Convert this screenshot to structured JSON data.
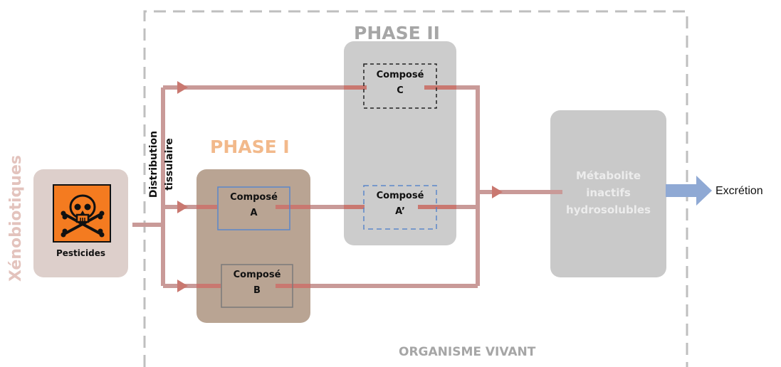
{
  "labels": {
    "xenobiotiques": "Xénobiotiques",
    "pesticides": "Pesticides",
    "distribution": "Distribution tissulaire",
    "phase1": "PHASE I",
    "phase2": "PHASE II",
    "compose_a": [
      "Composé",
      "A"
    ],
    "compose_b": [
      "Composé",
      "B"
    ],
    "compose_c": [
      "Composé",
      "C"
    ],
    "compose_a_prime": [
      "Composé",
      "A’"
    ],
    "metabolite": [
      "Métabolite",
      "inactifs",
      "hydrosolubles"
    ],
    "excretion": "Excrétion",
    "organisme": "ORGANISME VIVANT"
  },
  "icons": {
    "hazard": "toxic-skull-crossbones-icon"
  },
  "colors": {
    "arrow": "#c99a98",
    "arrow_accent": "#c97870",
    "phase1_box": "#b9a493",
    "phase1_title": "#f2b98b",
    "phase2_box": "#cccccc",
    "phase2_title": "#a6a6a6",
    "xeno_box": "#ddcfcb",
    "xeno_title": "#e3c3bd",
    "metabolite_box": "#c9c9c9",
    "metabolite_text": "#ececec",
    "hazard_orange": "#f47b20",
    "excretion_arrow": "#8fa9d4",
    "dashed_border": "#bfbfbf"
  }
}
